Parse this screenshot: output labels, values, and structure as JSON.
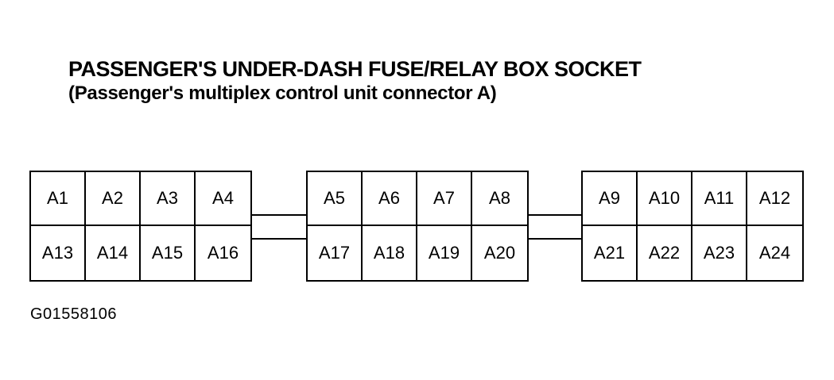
{
  "title": "PASSENGER'S UNDER-DASH FUSE/RELAY BOX SOCKET",
  "subtitle": "(Passenger's multiplex control unit connector A)",
  "connectors": [
    {
      "top_row": [
        "A1",
        "A2",
        "A3",
        "A4"
      ],
      "bottom_row": [
        "A13",
        "A14",
        "A15",
        "A16"
      ]
    },
    {
      "top_row": [
        "A5",
        "A6",
        "A7",
        "A8"
      ],
      "bottom_row": [
        "A17",
        "A18",
        "A19",
        "A20"
      ]
    },
    {
      "top_row": [
        "A9",
        "A10",
        "A11",
        "A12"
      ],
      "bottom_row": [
        "A21",
        "A22",
        "A23",
        "A24"
      ]
    }
  ],
  "figure_code": "G01558106"
}
